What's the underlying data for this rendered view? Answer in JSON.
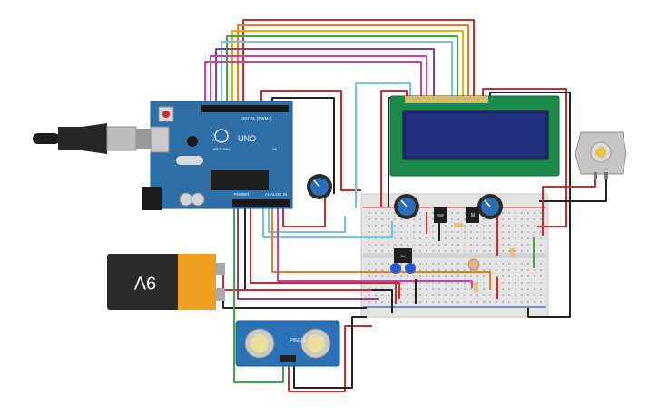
{
  "arduino": {
    "brand": "ARDUINO",
    "model": "UNO",
    "digital_label": "DIGITAL (PWM~)",
    "power_label": "POWER",
    "analog_label": "ANALOG IN",
    "tx_label": "TX",
    "rx_label": "RX",
    "l_label": "L",
    "on_label": "ON"
  },
  "battery": {
    "label": "9V"
  },
  "sensor": {
    "label": "PING)))"
  },
  "components": {
    "temp_sensor_label": "TMP",
    "hbridge_label": "M",
    "regulator_label": "5V"
  },
  "colors": {
    "board": "#2f6fa8",
    "breadboard": "#e6e6e6",
    "lcd_body": "#1c8a4a",
    "lcd_screen": "#1d2a6a",
    "battery_body": "#2a2a2a",
    "battery_top": "#f0a020",
    "wire_red": "#d02a2a",
    "wire_black": "#222222",
    "wire_orange": "#ee7d1b",
    "wire_purple": "#8a3c9c",
    "wire_cyan": "#6cc6de",
    "wire_green": "#3ca93c",
    "wire_magenta": "#d13ea8",
    "wire_yellow": "#e9b200"
  }
}
